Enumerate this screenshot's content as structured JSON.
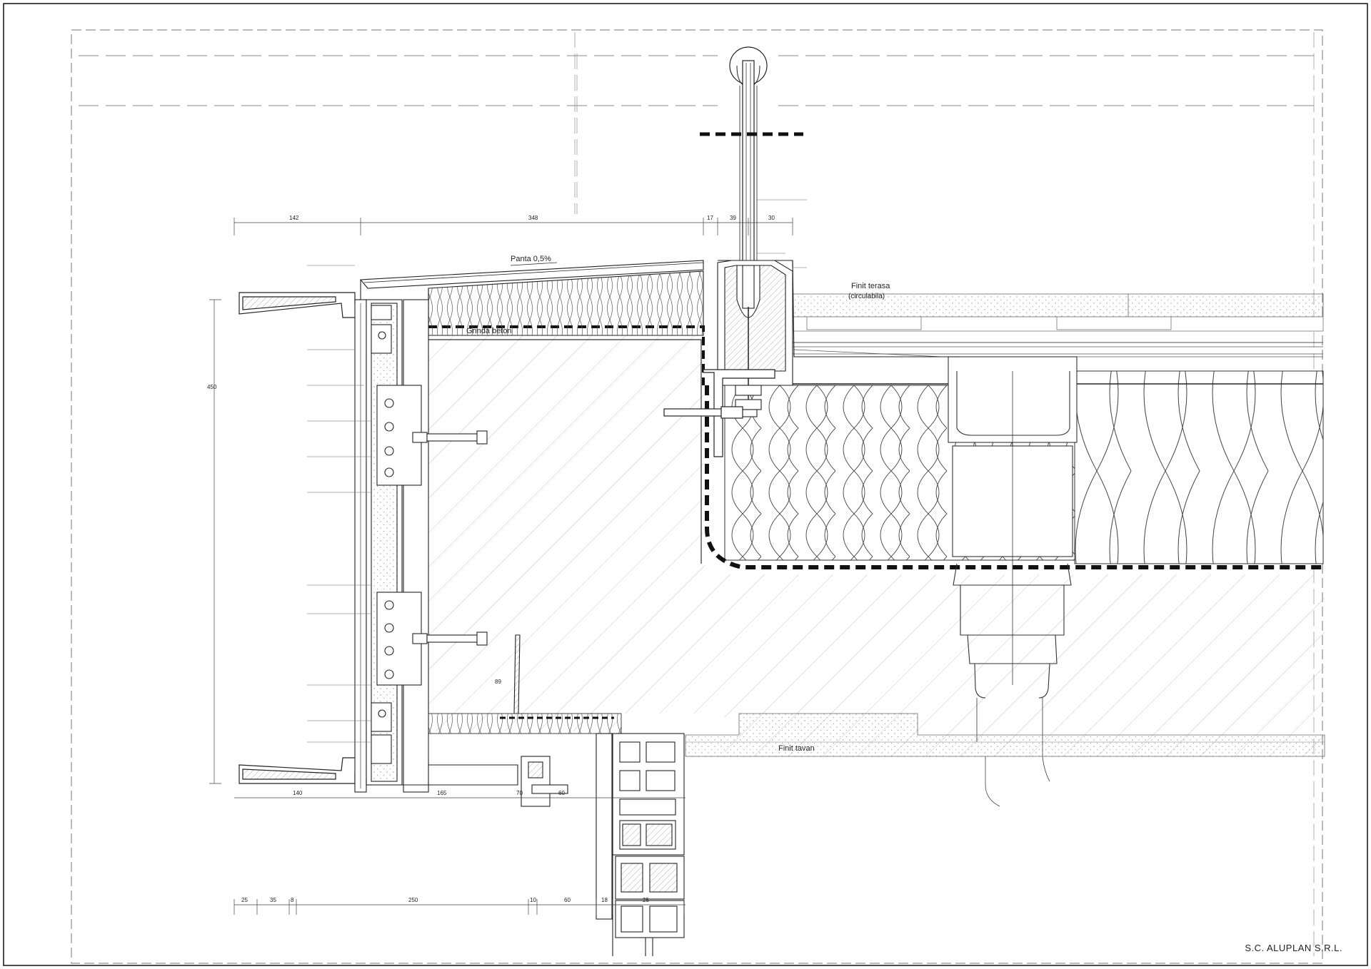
{
  "drawing": {
    "labels": {
      "slope": "Panta 0,5%",
      "terrace_finish": "Finit terasa",
      "terrace_sub": "(circulabila)",
      "beam": "Grinda beton",
      "ceiling_finish": "Finit tavan"
    },
    "dimensions_top": [
      "142",
      "348",
      "17",
      "39",
      "30"
    ],
    "dimensions_bottom": [
      "25",
      "35",
      "8",
      "250",
      "10",
      "60",
      "18",
      "25"
    ],
    "dimensions_mid": [
      "140",
      "165",
      "70",
      "60"
    ],
    "dimension_side": "450",
    "dimension_small": "89"
  },
  "footer": {
    "company": "S.C. ALUPLAN S.R.L."
  }
}
